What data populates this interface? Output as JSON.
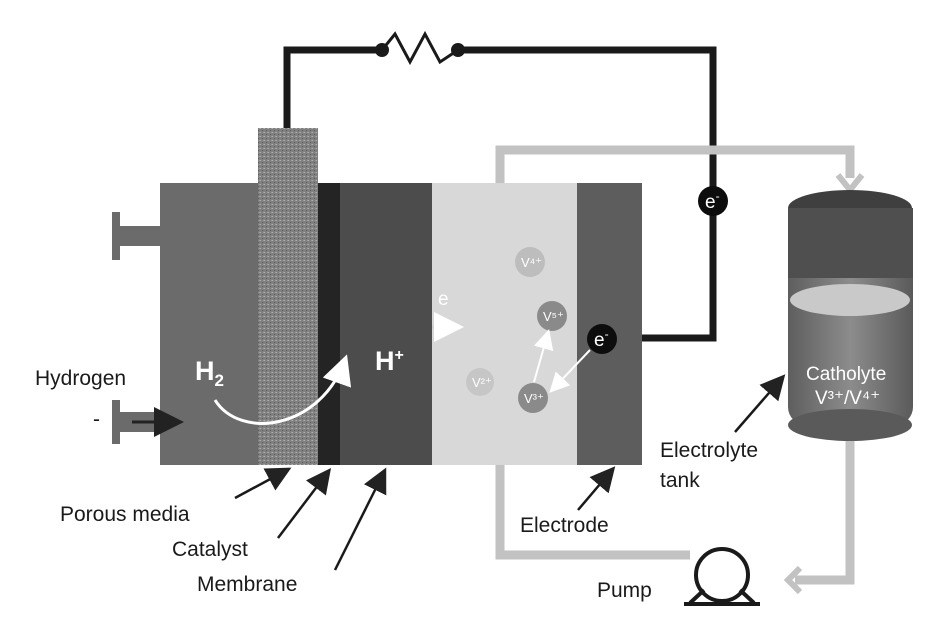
{
  "labels": {
    "hydrogen": "Hydrogen",
    "porous_media": "Porous media",
    "catalyst": "Catalyst",
    "membrane": "Membrane",
    "electrode": "Electrode",
    "electrolyte_tank_line1": "Electrolyte",
    "electrolyte_tank_line2": "tank",
    "pump": "Pump",
    "h2": "H",
    "h2_sub": "2",
    "h_plus": "H",
    "h_plus_sup": "+",
    "e_minus": "e",
    "e_minus_sup": "-",
    "catholyte_line1": "Catholyte",
    "catholyte_line2": "V³⁺/V⁴⁺",
    "ion_v4": "V⁴⁺",
    "ion_v5": "V⁵⁺",
    "ion_v3": "V³⁺",
    "ion_v2": "V²⁺",
    "inlet_minus": "-"
  },
  "colors": {
    "wire": "#1a1a1a",
    "pipe": "#b9b9b9",
    "arrow": "#222222",
    "body_dark": "#6d6d6d",
    "porous": "#7d7d7d",
    "catalyst": "#262626",
    "membrane": "#4a4a4a",
    "electrolyte": "#d6d6d6",
    "electrode": "#5c5c5c",
    "tank_cap": "#4f4f4f",
    "tank_body": "#767676",
    "electron": "#0d0d0d"
  },
  "icons": [
    "resistor-icon",
    "pump-icon",
    "electron-icon",
    "flow-arrow-icon"
  ]
}
